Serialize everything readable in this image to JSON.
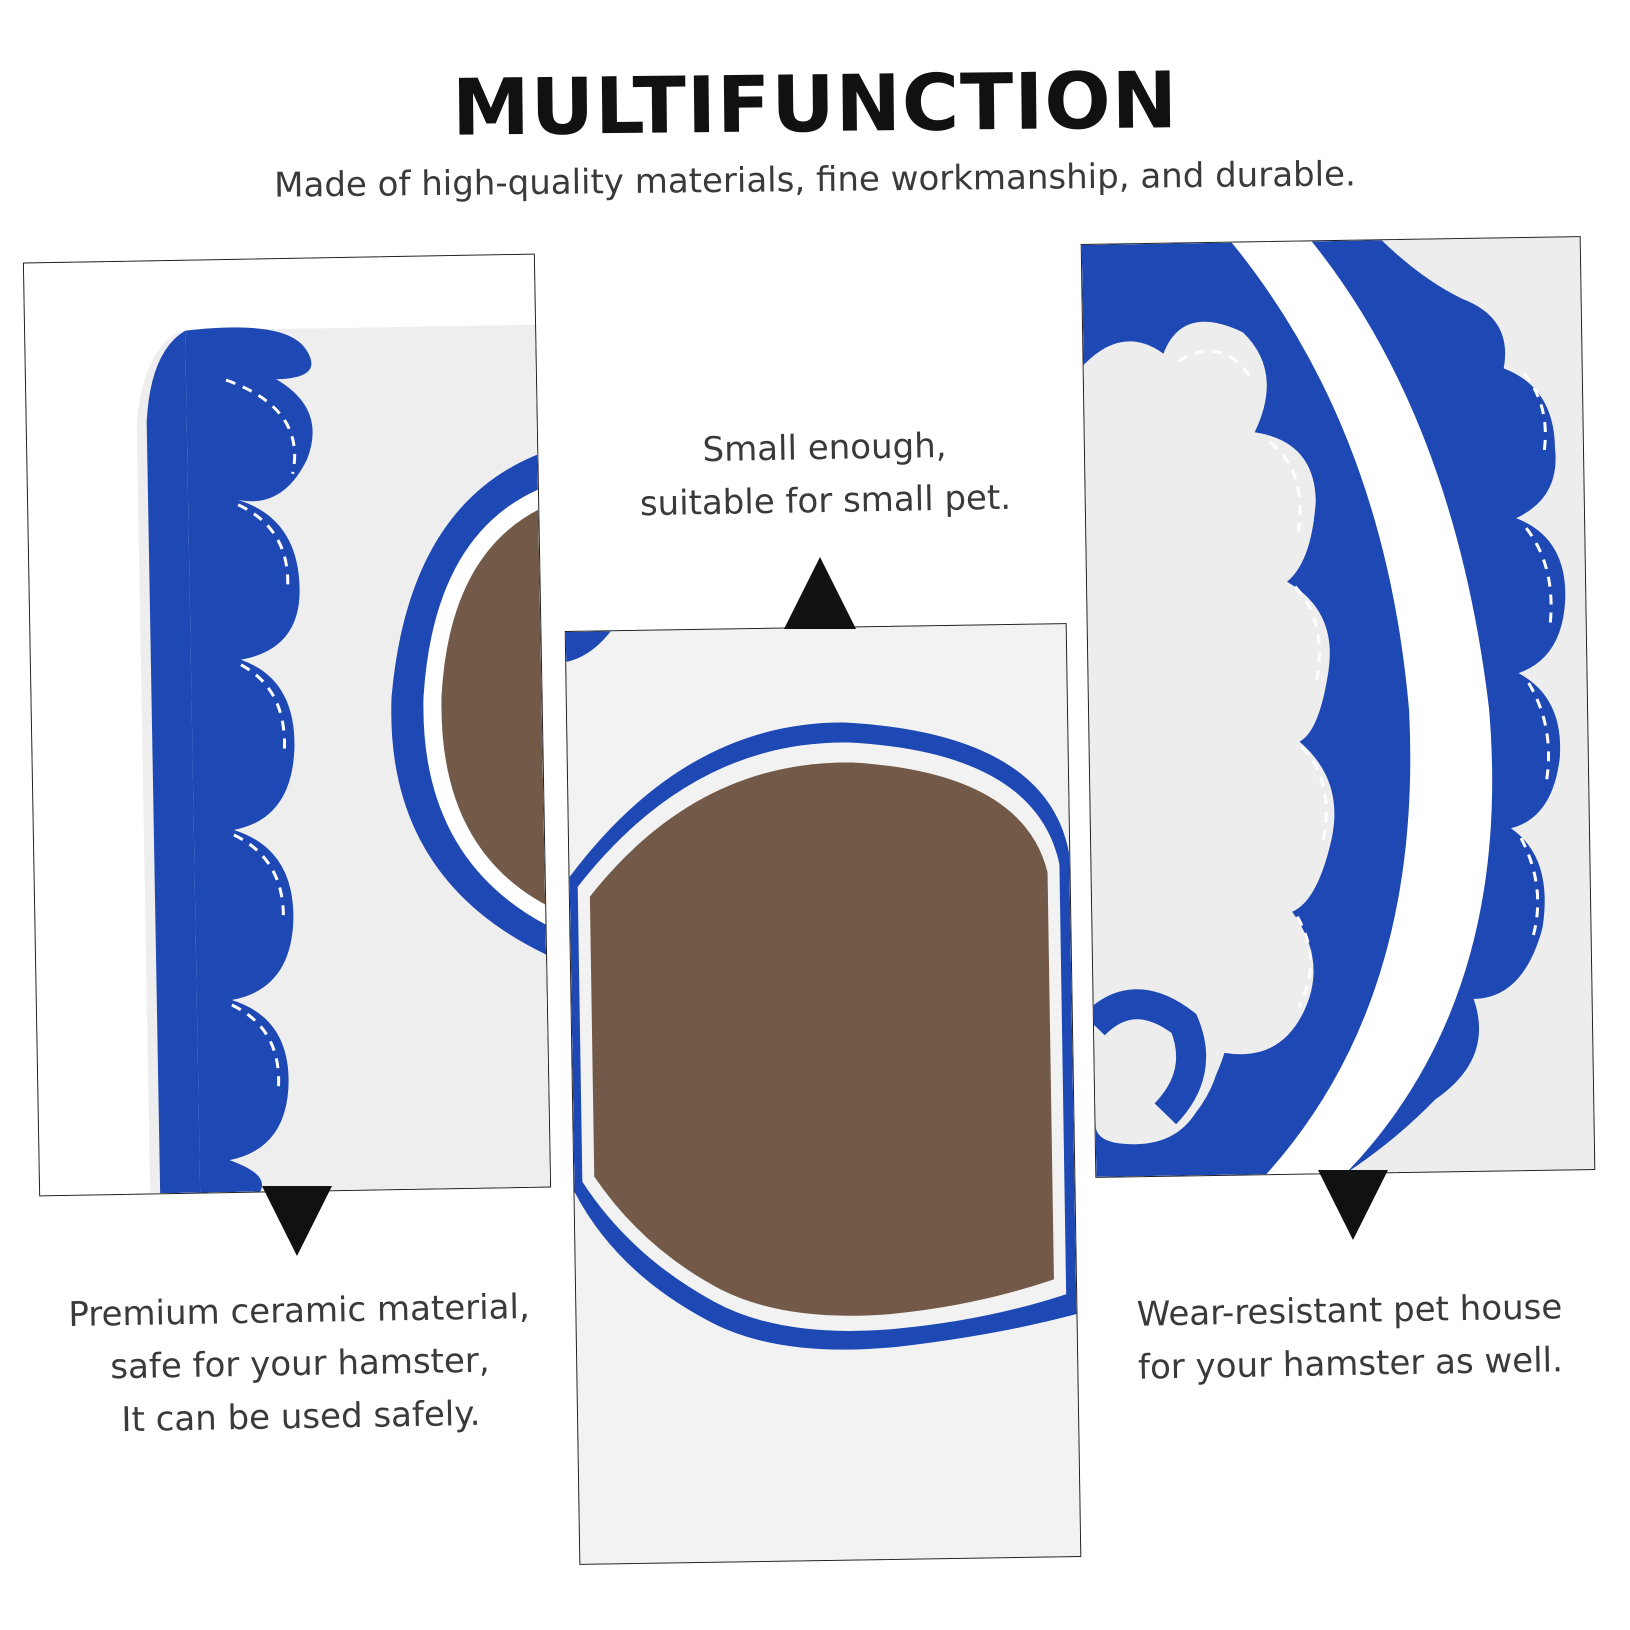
{
  "header": {
    "title": "MULTIFUNCTION",
    "subtitle": "Made of high-quality materials, fine workmanship, and durable."
  },
  "callouts": {
    "middle": [
      "Small enough,",
      "suitable for small pet."
    ],
    "left": [
      "Premium ceramic material,",
      "safe for your hamster,",
      "It can be used safely."
    ],
    "right": [
      "Wear-resistant pet house",
      "for your hamster as well."
    ]
  },
  "colors": {
    "accent_blue": "#1e48b4",
    "ceramic_white": "#ededed",
    "opening_brown": "#735a48",
    "pointer_black": "#111111"
  },
  "icons": [
    "triangle-up-pointer",
    "triangle-down-pointer"
  ]
}
